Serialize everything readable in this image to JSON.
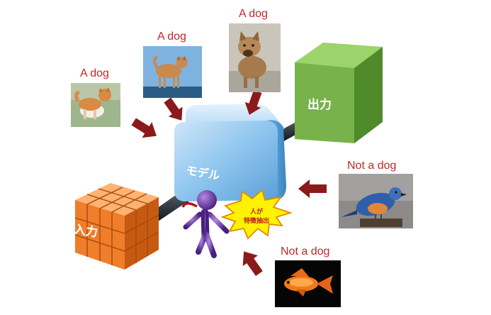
{
  "labels": {
    "model": "モデル",
    "output": "出力",
    "input": "入力",
    "burst_line1": "人が",
    "burst_line2": "特徴抽出"
  },
  "examples": [
    {
      "label": "A dog",
      "subject": "shiba-dog-running-photo"
    },
    {
      "label": "A dog",
      "subject": "shiba-dog-standing-photo"
    },
    {
      "label": "A dog",
      "subject": "shiba-puppy-photo"
    },
    {
      "label": "Not a dog",
      "subject": "blue-bird-photo"
    },
    {
      "label": "Not a dog",
      "subject": "orange-fish-photo"
    }
  ],
  "colors": {
    "label_red": "#c0282a",
    "arrow_red": "#8b1a1a",
    "model_blue": "#8ec5ee",
    "output_green": "#78b24a",
    "input_orange": "#ef7d2a",
    "burst_yellow": "#fff200",
    "figure_purple": "#6a2fa8"
  }
}
